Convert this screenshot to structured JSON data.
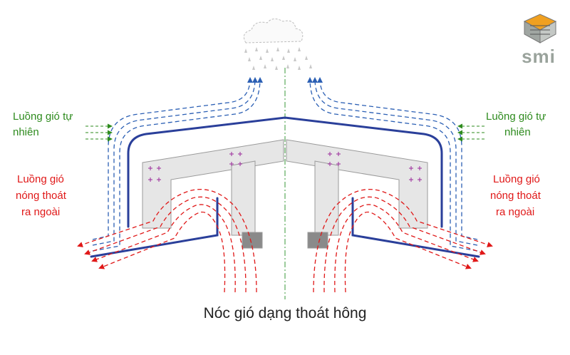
{
  "labels": {
    "left_natural_1": "Luồng gió tự",
    "left_natural_2": "nhiên",
    "right_natural_1": "Luồng gió tự",
    "right_natural_2": "nhiên",
    "left_hot_1": "Luồng gió",
    "left_hot_2": "nóng thoát",
    "left_hot_3": "ra ngoài",
    "right_hot_1": "Luồng gió",
    "right_hot_2": "nóng thoát",
    "right_hot_3": "ra ngoài"
  },
  "caption": "Nóc gió dạng thoát hông",
  "logo": {
    "text": "smi",
    "icon": "smi-logo-icon"
  },
  "colors": {
    "cool_air": "#2b5fb4",
    "hot_air": "#e01818",
    "natural_air": "#2e8b1e",
    "roof_sheet": "#2a3f9a",
    "steel_frame": "#e6e6e6"
  }
}
